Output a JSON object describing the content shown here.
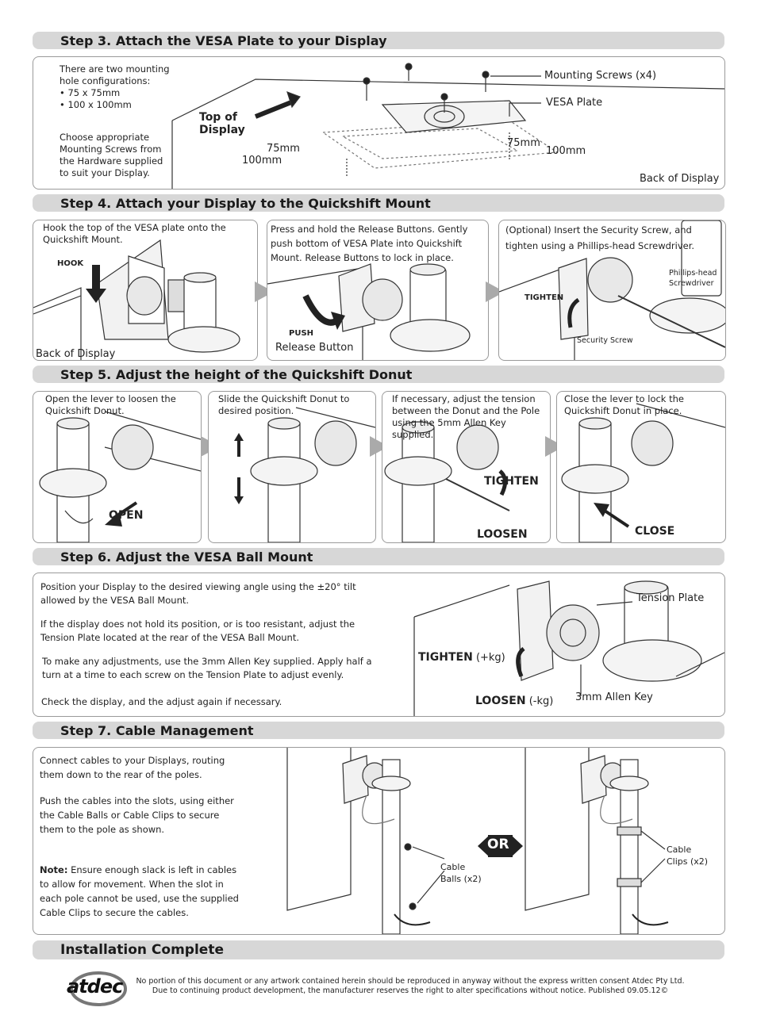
{
  "step3": {
    "title": "Step 3. Attach the VESA Plate to your Display",
    "intro": "There are two mounting\nhole configurations:\n• 75 x 75mm\n• 100 x 100mm",
    "choose": "Choose appropriate\nMounting Screws from\nthe Hardware supplied\nto suit your Display.",
    "top_of_display": "Top of\nDisplay",
    "mounting_screws": "Mounting Screws (x4)",
    "vesa_plate": "VESA Plate",
    "dim_75_left": "75mm",
    "dim_100_left": "100mm",
    "dim_75_right": "75mm",
    "dim_100_right": "100mm",
    "back_of_display": "Back of Display"
  },
  "step4": {
    "title": "Step 4. Attach your Display to the Quickshift Mount",
    "p1_text": "Hook the top of the VESA plate onto the\nQuickshift Mount.",
    "p1_hook": "HOOK",
    "p1_back": "Back of Display",
    "p2_text": "Press and hold the Release Buttons. Gently\npush bottom of VESA Plate into Quickshift\nMount. Release Buttons to lock in place.",
    "p2_push": "PUSH",
    "p2_release": "Release Button",
    "p3_text": "(Optional) Insert the Security Screw, and\ntighten using a Phillips-head Screwdriver.",
    "p3_tighten": "TIGHTEN",
    "p3_phillips": "Phillips-head\nScrewdriver",
    "p3_security": "Security Screw"
  },
  "step5": {
    "title": "Step 5. Adjust the height of the Quickshift Donut",
    "p1_text": "Open the lever to loosen the\nQuickshift Donut.",
    "p1_open": "OPEN",
    "p2_text": "Slide the  Quickshift Donut to\ndesired position.",
    "p3_text": "If necessary, adjust the tension\nbetween the Donut and the Pole\nusing the 5mm Allen Key supplied.",
    "p3_tighten": "TIGHTEN",
    "p3_loosen": "LOOSEN",
    "p4_text": "Close the lever to lock the\nQuickshift Donut in place.",
    "p4_close": "CLOSE"
  },
  "step6": {
    "title": "Step 6. Adjust the VESA Ball Mount",
    "para1": "Position your Display to the desired viewing angle using the ±20° tilt\nallowed by the VESA Ball Mount.",
    "para2": "If the display does not hold its position, or is too resistant, adjust the\nTension Plate located at the rear of the VESA Ball Mount.",
    "para3": "To make any adjustments, use the 3mm Allen Key supplied. Apply half a\nturn at a time to each screw on the Tension Plate to adjust evenly.",
    "para4": "Check the display, and the adjust again if necessary.",
    "tension_plate": "Tension Plate",
    "tighten": "TIGHTEN",
    "tighten_unit": "(+kg)",
    "loosen": "LOOSEN",
    "loosen_unit": "(-kg)",
    "allen_key": "3mm Allen Key"
  },
  "step7": {
    "title": "Step 7. Cable Management",
    "para1": "Connect cables to your Displays, routing\nthem down to the rear of the poles.",
    "para2": "Push the cables into the slots, using either\nthe Cable Balls or Cable Clips to secure\nthem to the pole as shown.",
    "note_label": "Note:",
    "note_text": " Ensure enough slack is left in cables\nto allow for movement. When the slot in\neach pole cannot be used, use the supplied\nCable Clips to secure the cables.",
    "cable_balls": "Cable\nBalls (x2)",
    "or": "OR",
    "cable_clips": "Cable\nClips (x2)"
  },
  "complete": {
    "title": "Installation Complete"
  },
  "footer": {
    "logo": "atdec",
    "line1": "No portion of this document or any artwork contained herein should be reproduced in anyway without the express written consent Atdec Pty Ltd.",
    "line2": "Due to continuing product development, the manufacturer reserves the right to alter specifications without notice. Published 09.05.12©"
  }
}
